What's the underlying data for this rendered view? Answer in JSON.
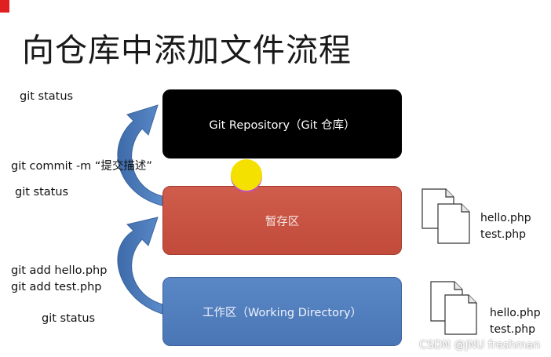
{
  "title": "向仓库中添加文件流程",
  "commands": {
    "status_top": "git status",
    "commit": "git commit -m “提交描述”",
    "status_mid": "git status",
    "add_hello": "git add hello.php",
    "add_test": "git add test.php",
    "status_bottom": "git status"
  },
  "boxes": {
    "repository": "Git Repository（Git 仓库）",
    "staging": "暂存区",
    "working": "工作区（Working Directory）"
  },
  "files_staging": [
    "hello.php",
    "test.php"
  ],
  "files_working": [
    "hello.php",
    "test.php"
  ],
  "watermark": "CSDN @JNU freshman",
  "colors": {
    "repository": "#000000",
    "staging": "#c9553f",
    "working": "#4f7bba",
    "arrow": "#4a78b8"
  },
  "icons": [
    "document-icon",
    "curved-arrow-icon"
  ]
}
